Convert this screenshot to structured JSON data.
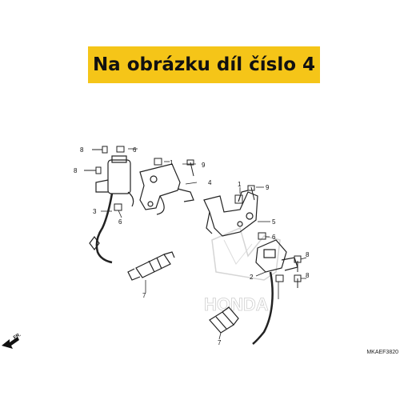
{
  "banner": {
    "text": "Na obrázku díl číslo 4"
  },
  "labels": {
    "p1": "1",
    "p2": "2",
    "p3": "3",
    "p4": "4",
    "p5": "5",
    "p6a": "6",
    "p6b": "6",
    "p6c": "6",
    "p7a": "7",
    "p7b": "7",
    "p8a": "8",
    "p8b": "8",
    "p8c": "8",
    "p8d": "8",
    "p9a": "9",
    "p9b": "9"
  },
  "diagram_code": "MKAEF3820",
  "direction": {
    "label": "FR."
  },
  "watermark": {
    "text": "HONDA"
  },
  "colors": {
    "banner": "#f5c518",
    "line": "#222222"
  }
}
